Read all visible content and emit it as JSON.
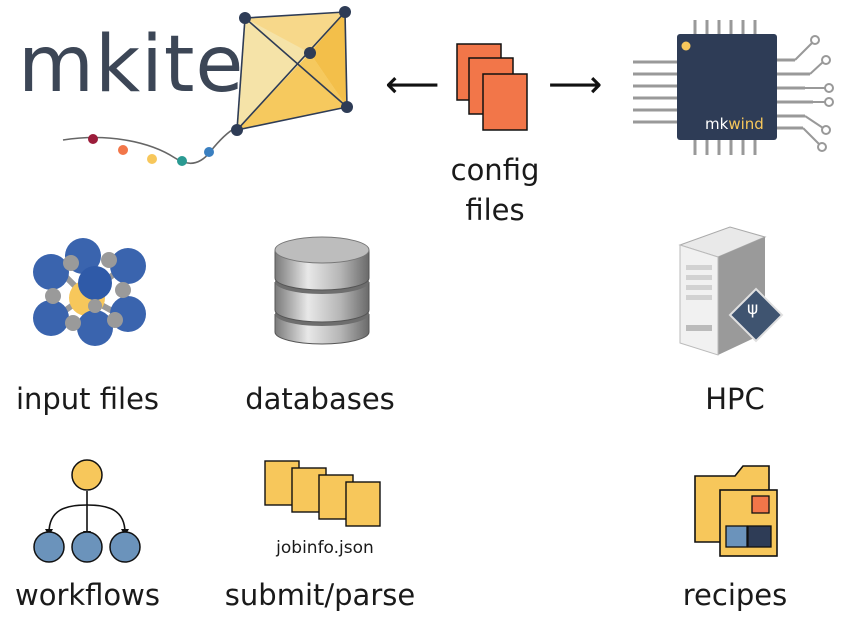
{
  "logo": {
    "text": "mkite"
  },
  "center": {
    "line1": "config",
    "line2": "files"
  },
  "chip": {
    "brand_prefix": "mk",
    "brand_suffix": "wind"
  },
  "labels": {
    "input_files": "input files",
    "databases": "databases",
    "hpc": "HPC",
    "workflows": "workflows",
    "submit_parse": "submit/parse",
    "jobinfo": "jobinfo.json",
    "recipes": "recipes"
  },
  "icons": {
    "hpc_badge_glyph": "ψ"
  },
  "colors": {
    "navy": "#2e3c56",
    "orange": "#f27649",
    "yellow": "#f7c75b",
    "blue": "#3a64ae",
    "steel": "#6b93bb",
    "red": "#9b1c3a",
    "teal": "#2a9a92"
  }
}
